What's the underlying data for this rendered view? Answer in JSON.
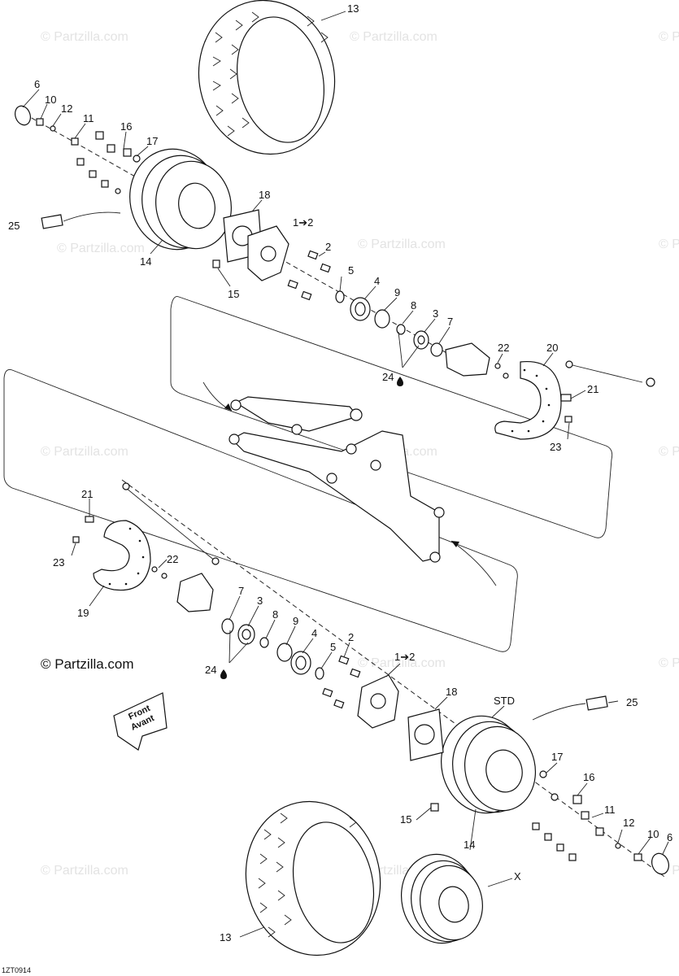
{
  "watermark": "© Partzilla.com",
  "copyright": "© Partzilla.com",
  "drawing_ref": "1ZT0914",
  "front_sign": {
    "line1": "Front",
    "line2": "Avant"
  },
  "callouts": {
    "c13_top": "13",
    "c6_top": "6",
    "c10_top": "10",
    "c12_top": "12",
    "c11_top": "11",
    "c16_top": "16",
    "c17_top": "17",
    "c18_top": "18",
    "c12b_top": "1➔2",
    "c25_top": "25",
    "c14_top": "14",
    "c15_top": "15",
    "c2_top": "2",
    "c5_top": "5",
    "c4_top": "4",
    "c9_top": "9",
    "c8_top": "8",
    "c3_top": "3",
    "c7_top": "7",
    "c22_top": "22",
    "c20_top": "20",
    "c21_top": "21",
    "c24_top": "24",
    "c23_top": "23",
    "c21_bot": "21",
    "c22_bot": "22",
    "c23_bot": "23",
    "c19_bot": "19",
    "c7_bot": "7",
    "c3_bot": "3",
    "c8_bot": "8",
    "c9_bot": "9",
    "c4_bot": "4",
    "c5_bot": "5",
    "c2_bot": "2",
    "c24_bot": "24",
    "c12b_bot": "1➔2",
    "c18_bot": "18",
    "c_std": "STD",
    "c25_bot": "25",
    "c17_bot": "17",
    "c16_bot": "16",
    "c15_bot": "15",
    "c11_bot": "11",
    "c12_bot": "12",
    "c10_bot": "10",
    "c6_bot": "6",
    "c14_bot": "14",
    "c_x": "X",
    "c13_bot": "13"
  }
}
